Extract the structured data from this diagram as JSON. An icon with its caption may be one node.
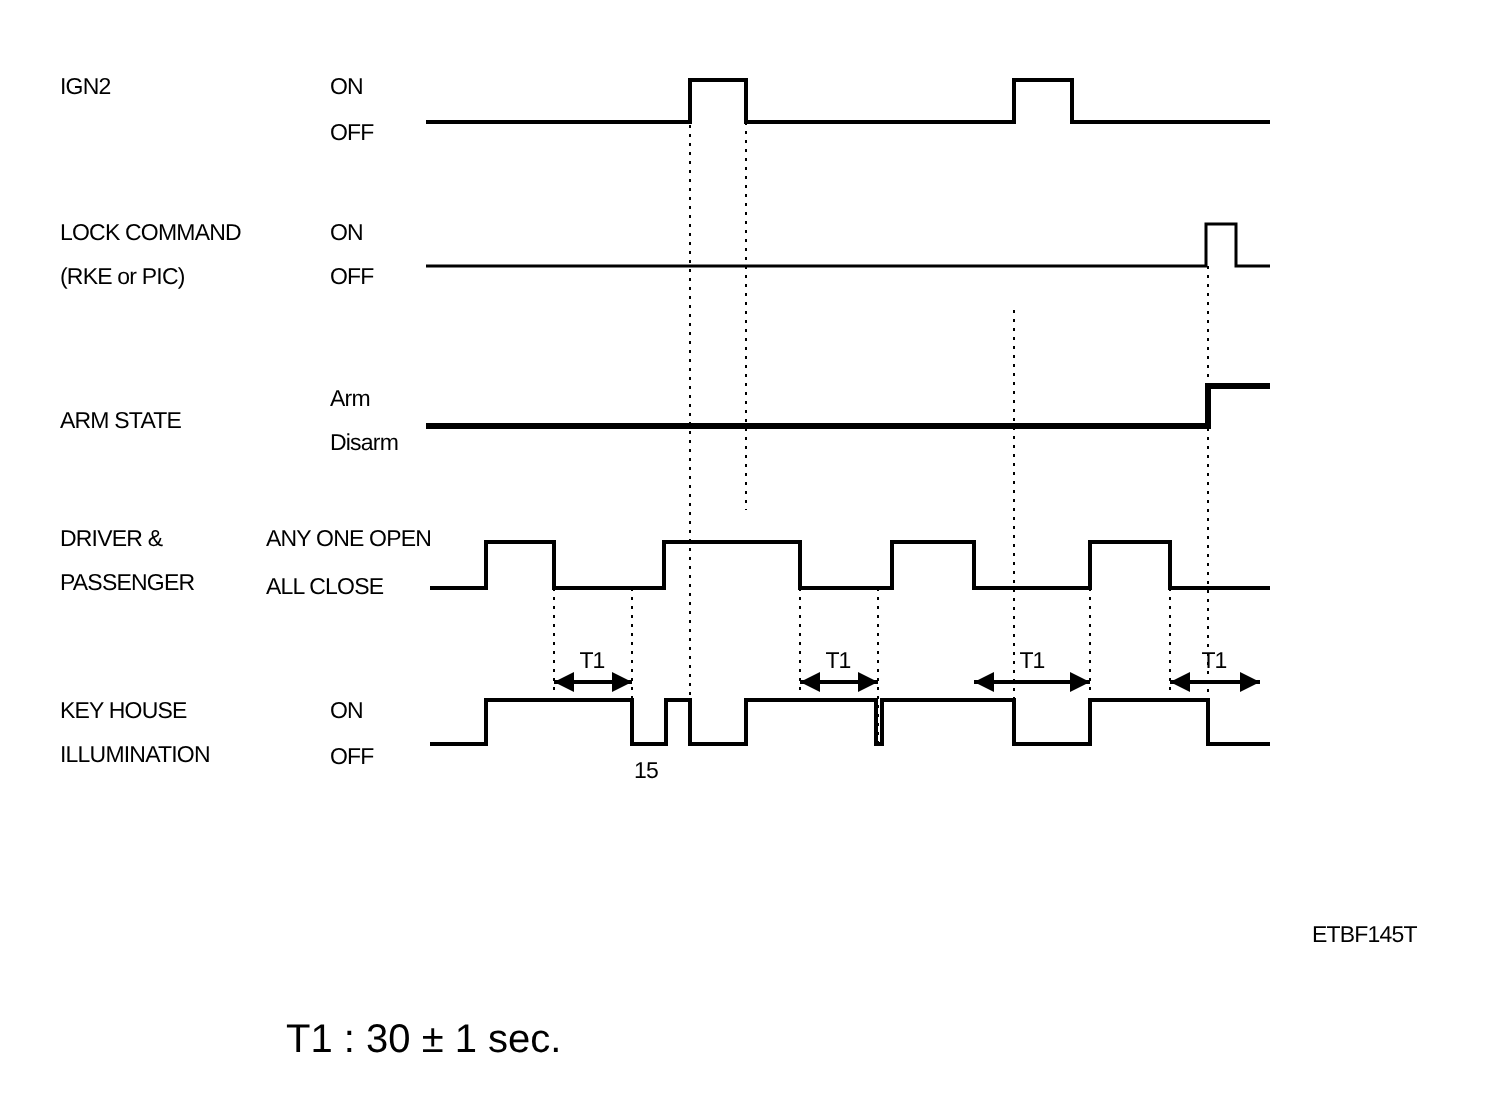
{
  "diagram": {
    "labels": [
      "IGN2",
      "ON",
      "OFF",
      "LOCK COMMAND (RKE or PIC)",
      "ON",
      "OFF",
      "ARM STATE",
      "Arm",
      "Disarm",
      "DRIVER & PASSENGER",
      "ANY ONE OPEN",
      "ALL CLOSE",
      "T1",
      "T1",
      "T1",
      "T1",
      "KEY HOUSE ILLUMINATION",
      "ON",
      "OFF",
      "15",
      "ETBF145T",
      "T1 : 30 ± 1 sec."
    ]
  }
}
